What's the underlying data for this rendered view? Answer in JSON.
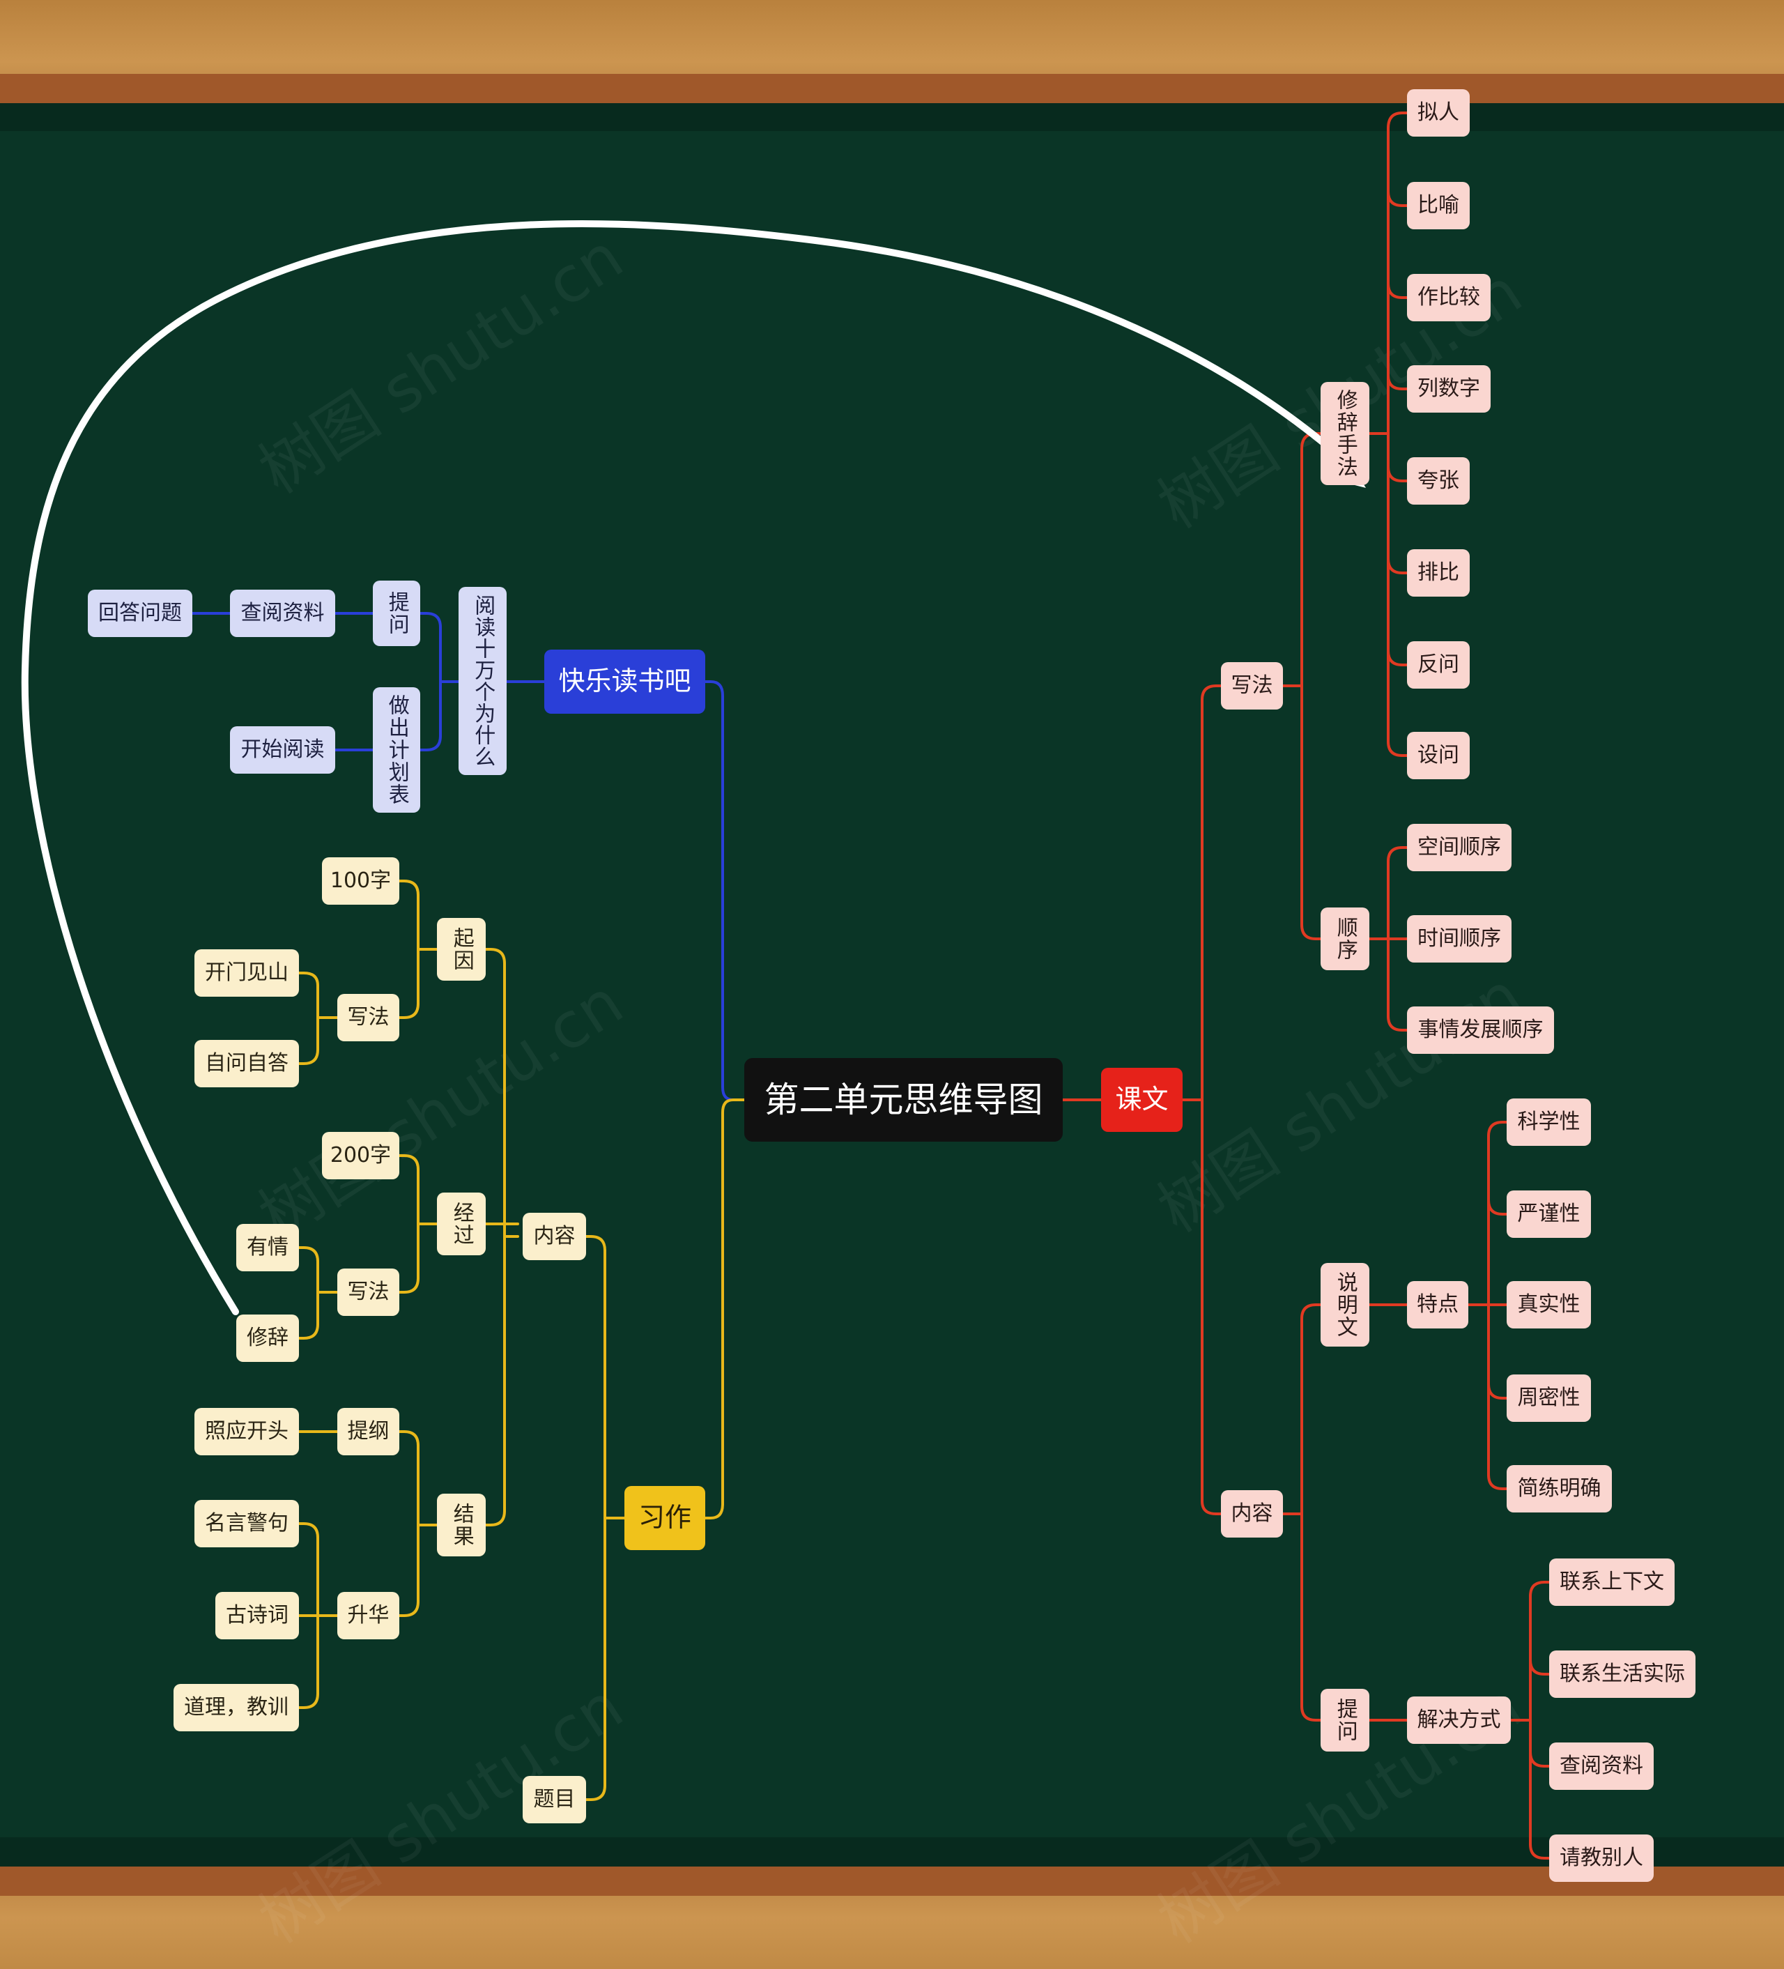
{
  "colors": {
    "board": "#0a3526",
    "red_branch": "#e03a22",
    "blue_branch": "#2a3fd8",
    "yellow_branch": "#e8b81a",
    "pink_node": "#fad6d0",
    "cream_node": "#fbefcc",
    "lavender_node": "#d7dbf6"
  },
  "watermark": "树图 shutu.cn",
  "mindmap": {
    "root": "第二单元思维导图",
    "kewen": {
      "label": "课文",
      "xiefa": {
        "label": "写法",
        "xiuci": {
          "label": "修辞手法",
          "items": [
            "拟人",
            "比喻",
            "作比较",
            "列数字",
            "夸张",
            "排比",
            "反问",
            "设问"
          ]
        },
        "shunxu": {
          "label": "顺序",
          "items": [
            "空间顺序",
            "时间顺序",
            "事情发展顺序"
          ]
        }
      },
      "neirong": {
        "label": "内容",
        "shuomingwen": {
          "label": "说明文",
          "tedian": "特点",
          "items": [
            "科学性",
            "严谨性",
            "真实性",
            "周密性",
            "简练明确"
          ]
        },
        "tiwen": {
          "label": "提问",
          "jiejue": "解决方式",
          "items": [
            "联系上下文",
            "联系生活实际",
            "查阅资料",
            "请教别人"
          ]
        }
      }
    },
    "kuaile": {
      "label": "快乐读书吧",
      "book": "阅读十万个为什么",
      "tiwen": "提问",
      "chayue": "查阅资料",
      "huida": "回答问题",
      "jihua": "做出计划表",
      "kaishi": "开始阅读"
    },
    "xizuo": {
      "label": "习作",
      "neirong": "内容",
      "timu": "题目",
      "qiyin": {
        "label": "起因",
        "count": "100字",
        "xiefa": "写法",
        "items": [
          "开门见山",
          "自问自答"
        ]
      },
      "jingguo": {
        "label": "经过",
        "count": "200字",
        "xiefa": "写法",
        "items": [
          "有情",
          "修辞"
        ]
      },
      "jieguo": {
        "label": "结果",
        "tigang": "提纲",
        "zhaoying": "照应开头",
        "shenghua": "升华",
        "items": [
          "名言警句",
          "古诗词",
          "道理，教训"
        ]
      }
    }
  }
}
